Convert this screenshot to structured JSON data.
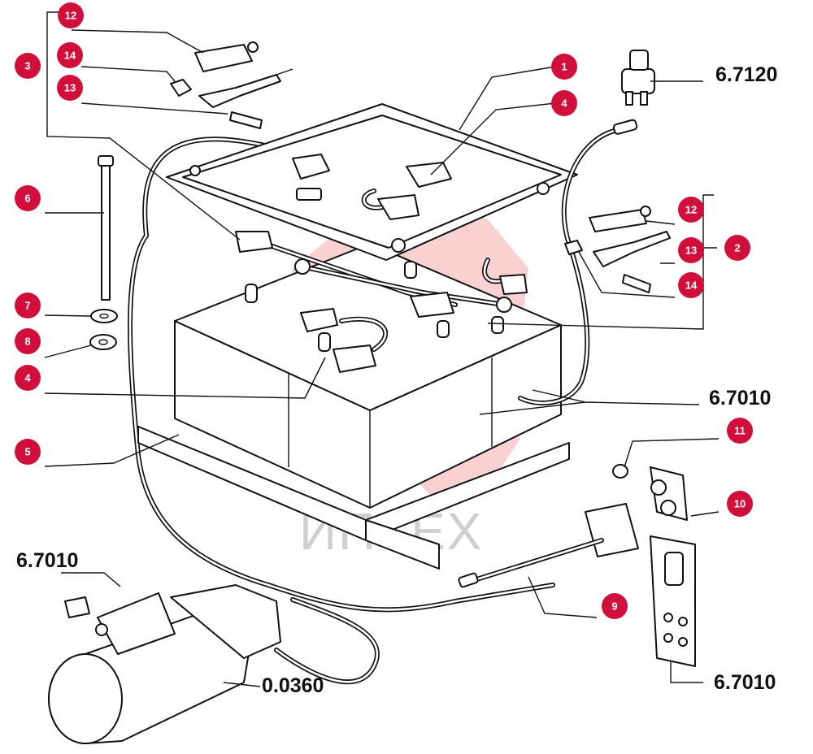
{
  "diagram": {
    "callouts": [
      {
        "id": "c1",
        "label": "1"
      },
      {
        "id": "c4a",
        "label": "4"
      },
      {
        "id": "c12a",
        "label": "12"
      },
      {
        "id": "c14a",
        "label": "14"
      },
      {
        "id": "c13a",
        "label": "13"
      },
      {
        "id": "c3",
        "label": "3"
      },
      {
        "id": "c6",
        "label": "6"
      },
      {
        "id": "c7",
        "label": "7"
      },
      {
        "id": "c8",
        "label": "8"
      },
      {
        "id": "c4b",
        "label": "4"
      },
      {
        "id": "c5",
        "label": "5"
      },
      {
        "id": "c12b",
        "label": "12"
      },
      {
        "id": "c13b",
        "label": "13"
      },
      {
        "id": "c2",
        "label": "2"
      },
      {
        "id": "c14b",
        "label": "14"
      },
      {
        "id": "c11",
        "label": "11"
      },
      {
        "id": "c10",
        "label": "10"
      },
      {
        "id": "c9",
        "label": "9"
      }
    ],
    "references": [
      {
        "id": "r1",
        "label": "6.7120"
      },
      {
        "id": "r2",
        "label": "6.7010"
      },
      {
        "id": "r3",
        "label": "6.7010"
      },
      {
        "id": "r4",
        "label": "6.7010"
      },
      {
        "id": "r5",
        "label": "0.0360"
      }
    ],
    "watermark": "ИПТЕХ",
    "colors": {
      "callout": "#d0103a",
      "line": "#111111",
      "watermark": "#f29a9a"
    }
  }
}
